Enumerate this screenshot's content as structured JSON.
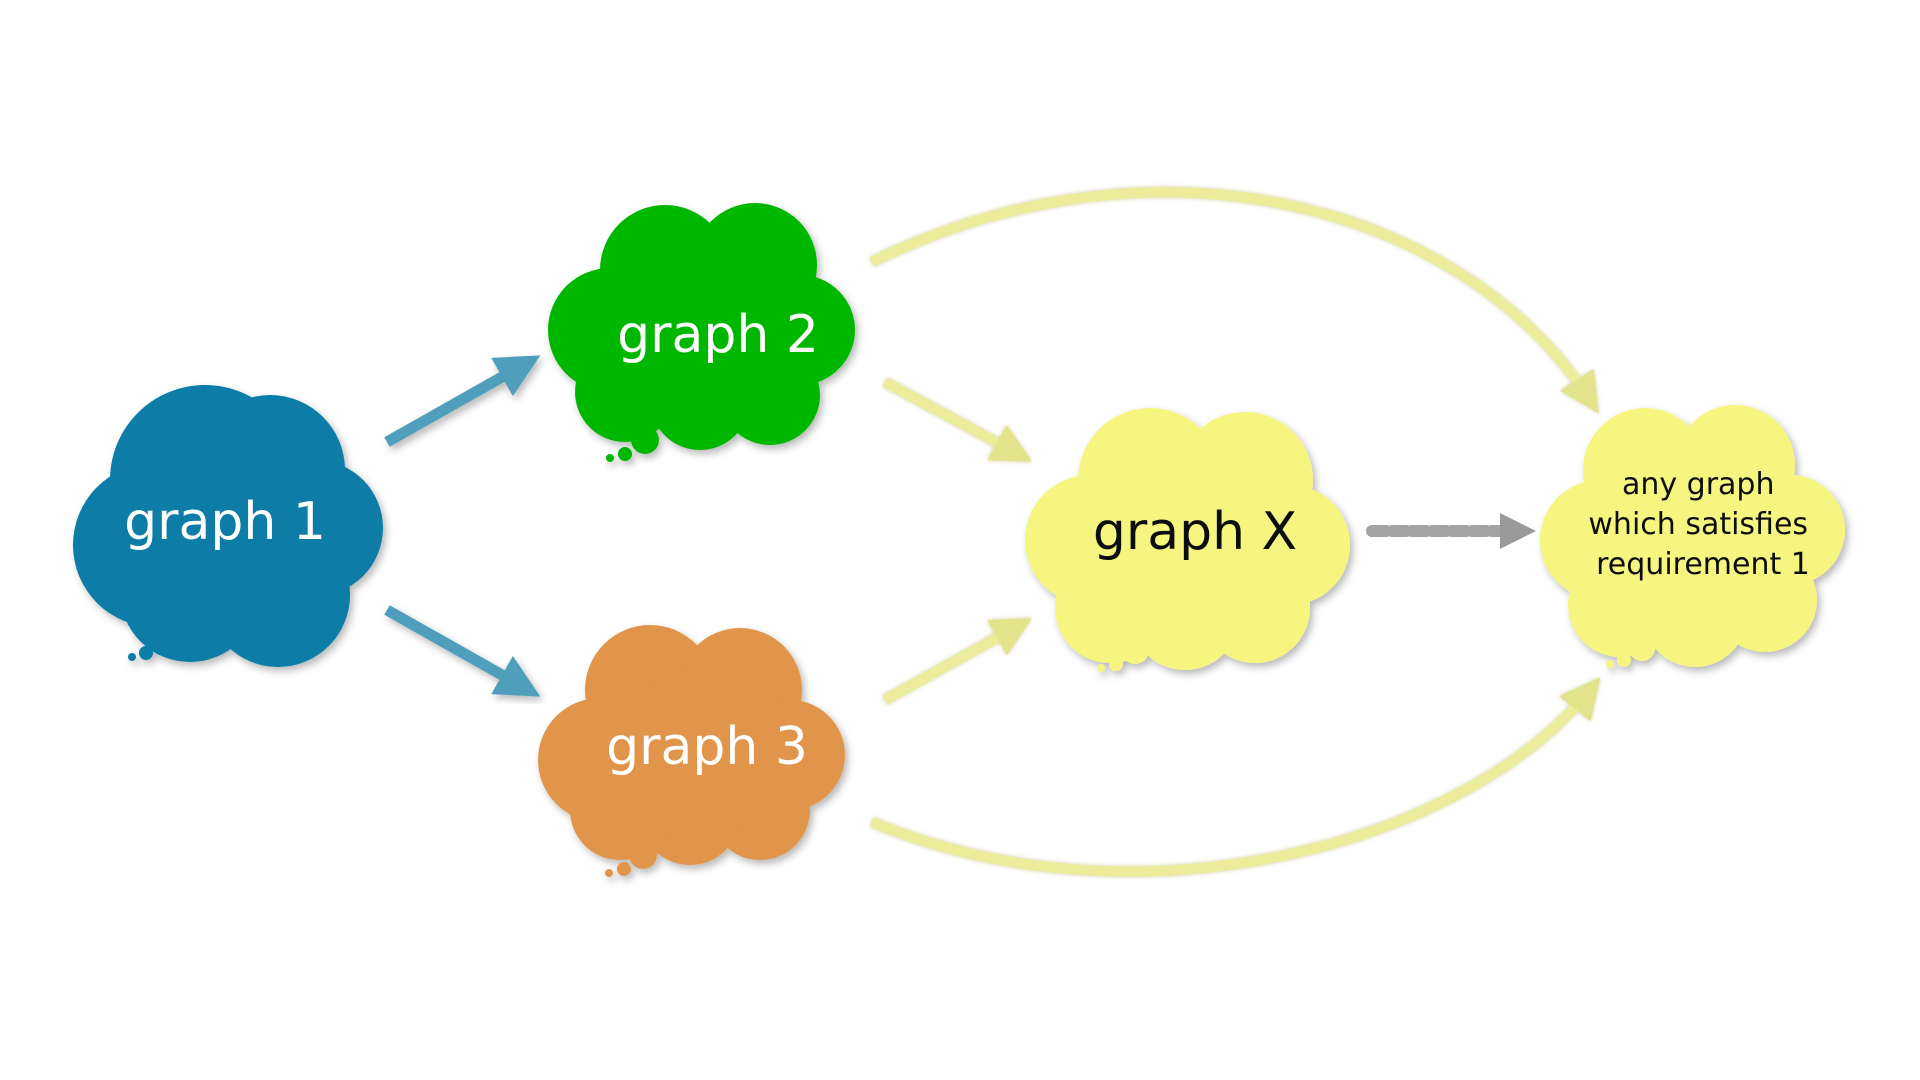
{
  "diagram": {
    "type": "thought-cloud flow",
    "colors": {
      "graph1": "#077ca6",
      "graph2": "#06b704",
      "graph3": "#e0954b",
      "graphX": "#f6f57f",
      "target": "#f6f57f",
      "arrow_blue": "#4f9fbc",
      "arrow_yellow": "#ecec9a",
      "arrow_gray": "#a3a3a3"
    },
    "nodes": [
      {
        "id": "graph1",
        "lines": [
          "graph 1"
        ]
      },
      {
        "id": "graph2",
        "lines": [
          "graph 2"
        ]
      },
      {
        "id": "graph3",
        "lines": [
          "graph 3"
        ]
      },
      {
        "id": "graphX",
        "lines": [
          "graph X"
        ]
      },
      {
        "id": "target",
        "lines": [
          "any graph",
          "which satisfies",
          "requirement 1"
        ]
      }
    ],
    "edges": [
      {
        "from": "graph1",
        "to": "graph2",
        "style": "solid",
        "color": "arrow_blue"
      },
      {
        "from": "graph1",
        "to": "graph3",
        "style": "solid",
        "color": "arrow_blue"
      },
      {
        "from": "graph2",
        "to": "graphX",
        "style": "solid",
        "color": "arrow_yellow"
      },
      {
        "from": "graph3",
        "to": "graphX",
        "style": "solid",
        "color": "arrow_yellow"
      },
      {
        "from": "graph2",
        "to": "target",
        "style": "curved",
        "color": "arrow_yellow"
      },
      {
        "from": "graph3",
        "to": "target",
        "style": "curved",
        "color": "arrow_yellow"
      },
      {
        "from": "graphX",
        "to": "target",
        "style": "dashed",
        "color": "arrow_gray"
      }
    ]
  }
}
